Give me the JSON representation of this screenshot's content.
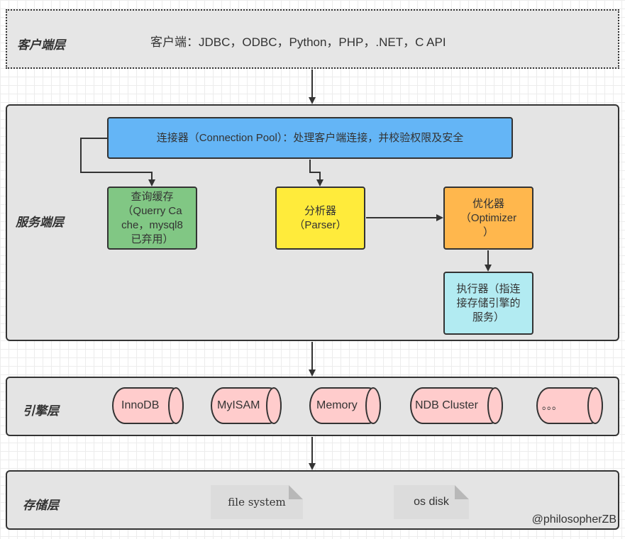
{
  "layers": {
    "client": {
      "label": "客户端层",
      "text": "客户端：JDBC，ODBC，Python，PHP，.NET，C API"
    },
    "server": {
      "label": "服务端层"
    },
    "engine": {
      "label": "引擎层"
    },
    "storage": {
      "label": "存储层"
    }
  },
  "server": {
    "connector": "连接器（Connection Pool）：处理客户端连接，并校验权限及安全",
    "query_cache": [
      "查询缓存",
      "（Querry Ca",
      "che，mysql8",
      "已弃用）"
    ],
    "parser": [
      "分析器",
      "（Parser）"
    ],
    "optimizer": [
      "优化器",
      "（Optimizer",
      "）"
    ],
    "executor": [
      "执行器（指连",
      "接存储引擎的",
      "服务）"
    ]
  },
  "engines": [
    "InnoDB",
    "MyISAM",
    "Memory",
    "NDB Cluster",
    "。。。"
  ],
  "storage": [
    "file system",
    "os disk"
  ],
  "watermark": "@philosopherZB",
  "colors": {
    "connector": "#64b5f6",
    "query_cache": "#81c784",
    "parser": "#ffeb3b",
    "optimizer": "#ffb74d",
    "executor": "#b2ebf2",
    "engine": "#ffcccc",
    "storage_doc": "#dcdcdc"
  }
}
